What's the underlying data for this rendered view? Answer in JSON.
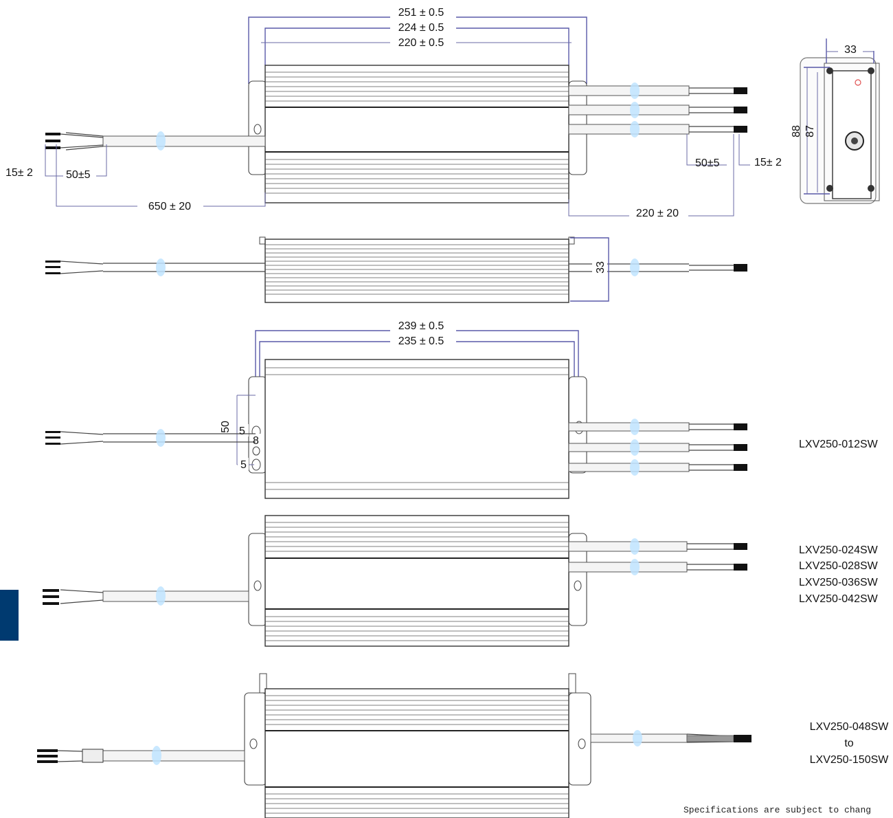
{
  "dimensions": {
    "overall_length": "251 ± 0.5",
    "body_length": "224 ± 0.5",
    "mount_length": "220 ± 0.5",
    "input_cable_length": "650 ± 20",
    "output_cable_length": "220 ± 20",
    "input_strip_left": "15± 2",
    "input_strip_right": "50±5",
    "output_strip_left": "50±5",
    "output_strip_right": "15± 2",
    "end_width": "33",
    "end_height_outer": "88",
    "end_height_inner": "87",
    "side_height": "33",
    "mount_width_outer": "239 ± 0.5",
    "mount_width_inner": "235 ± 0.5",
    "slot_span": "50",
    "slot_a": "5",
    "slot_b": "8",
    "slot_c": "5"
  },
  "models": {
    "group1": [
      "LXV250-012SW"
    ],
    "group2": [
      "LXV250-024SW",
      "LXV250-028SW",
      "LXV250-036SW",
      "LXV250-042SW"
    ],
    "group3": [
      "LXV250-048SW",
      "to",
      "LXV250-150SW"
    ]
  },
  "footer": "Specifications are subject to chang",
  "colors": {
    "dimension_line": "#6a6aa6",
    "side_tab": "#003a70",
    "cable_marker": "#bfe4ff"
  }
}
